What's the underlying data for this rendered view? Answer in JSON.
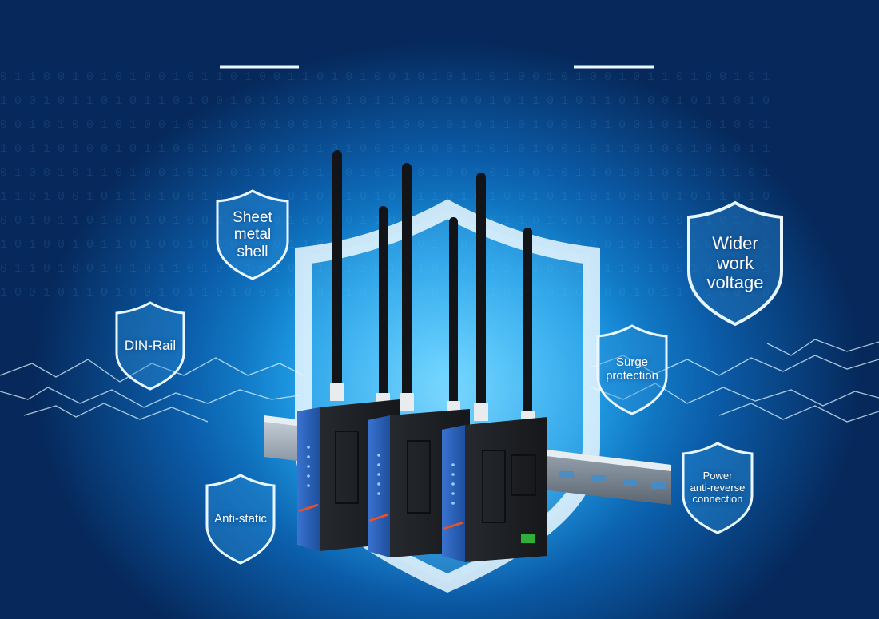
{
  "scene": {
    "description_colors": {
      "bg_center": "#3fc3ff",
      "bg_edge": "#06285a",
      "device_body": "#1b1e22",
      "device_panel": "#2b5fb8",
      "accent_stripe": "#e2532c"
    },
    "badges": [
      {
        "id": "sheet-metal-shell",
        "label": "Sheet\nmetal\nshell"
      },
      {
        "id": "din-rail",
        "label": "DIN-Rail"
      },
      {
        "id": "anti-static",
        "label": "Anti-static"
      },
      {
        "id": "wider-work-voltage",
        "label": "Wider\nwork\nvoltage"
      },
      {
        "id": "surge-protection",
        "label": "Surge\nprotection"
      },
      {
        "id": "power-anti-reverse-connection",
        "label": "Power\nanti-reverse\nconnection"
      }
    ]
  }
}
